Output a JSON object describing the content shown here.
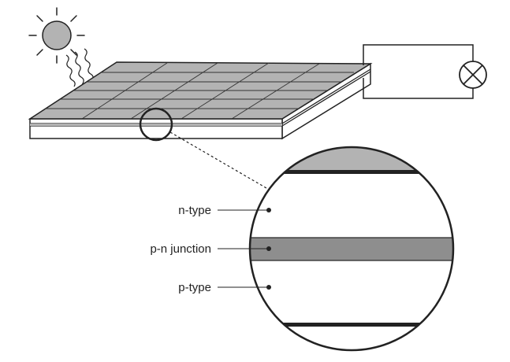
{
  "labels": {
    "n_type": "n-type",
    "pn_junction": "p-n junction",
    "p_type": "p-type"
  },
  "colors": {
    "panel_fill": "#b3b3b3",
    "sun_fill": "#b3b3b3",
    "junction_fill": "#8e8e8e",
    "line": "#222222"
  },
  "icons": [
    "sun-icon",
    "lamp-icon"
  ]
}
